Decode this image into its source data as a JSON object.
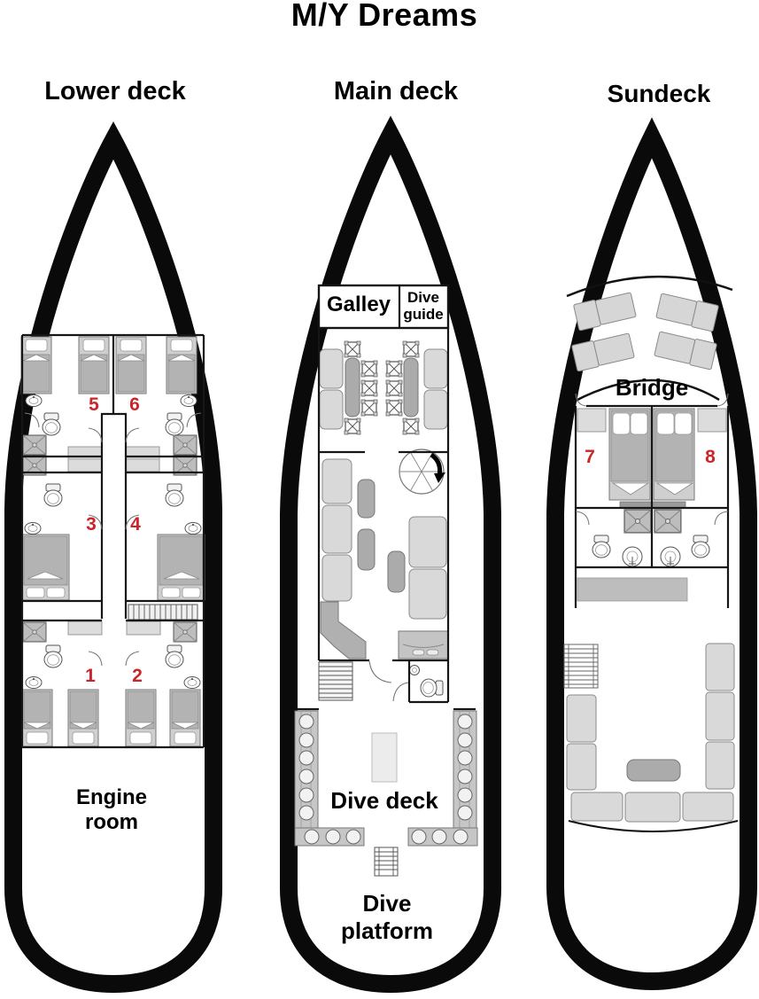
{
  "title": "M/Y Dreams",
  "colors": {
    "cabin_number": "#c9252b",
    "hull": "#0a0a0a",
    "wall": "#161616",
    "furniture_light": "#d9d9d9",
    "furniture_mid": "#b3b3b3",
    "furniture_dark": "#ababab"
  },
  "decks": {
    "lower": {
      "label": "Lower deck",
      "engine_room_label": "Engine room",
      "cabin_numbers": [
        "1",
        "2",
        "3",
        "4",
        "5",
        "6"
      ]
    },
    "main": {
      "label": "Main deck",
      "galley_label": "Galley",
      "dive_guide_label": "Dive guide",
      "dive_deck_label": "Dive deck",
      "dive_platform_label": "Dive platform"
    },
    "sun": {
      "label": "Sundeck",
      "bridge_label": "Bridge",
      "cabin_numbers": [
        "7",
        "8"
      ]
    }
  }
}
